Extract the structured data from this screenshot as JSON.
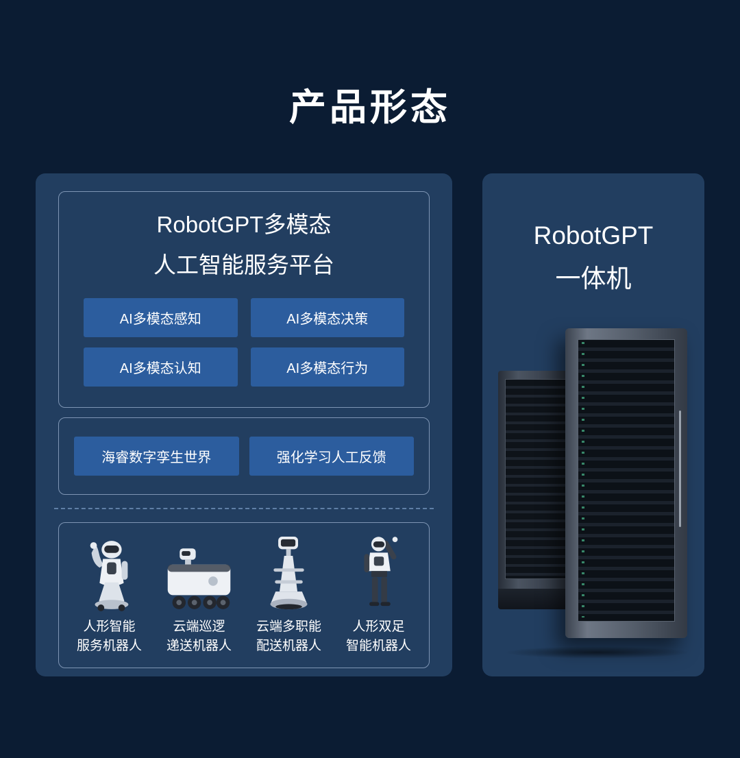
{
  "page": {
    "title": "产品形态"
  },
  "colors": {
    "background": "#0b1c33",
    "panel": "#223e60",
    "button": "#2c5d9e",
    "box_border": "#7e95b4",
    "text": "#ffffff"
  },
  "platform_panel": {
    "title_line1": "RobotGPT多模态",
    "title_line2": "人工智能服务平台",
    "capabilities": [
      "AI多模态感知",
      "AI多模态决策",
      "AI多模态认知",
      "AI多模态行为"
    ],
    "modules": [
      "海睿数字孪生世界",
      "强化学习人工反馈"
    ],
    "robots": [
      {
        "icon": "humanoid-service-robot-icon",
        "caption_line1": "人形智能",
        "caption_line2": "服务机器人"
      },
      {
        "icon": "cloud-patrol-delivery-robot-icon",
        "caption_line1": "云端巡逻",
        "caption_line2": "递送机器人"
      },
      {
        "icon": "cloud-multirole-delivery-robot-icon",
        "caption_line1": "云端多职能",
        "caption_line2": "配送机器人"
      },
      {
        "icon": "bipedal-humanoid-robot-icon",
        "caption_line1": "人形双足",
        "caption_line2": "智能机器人"
      }
    ]
  },
  "allinone_panel": {
    "title_line1": "RobotGPT",
    "title_line2": "一体机",
    "image": "server-rack-towers"
  }
}
